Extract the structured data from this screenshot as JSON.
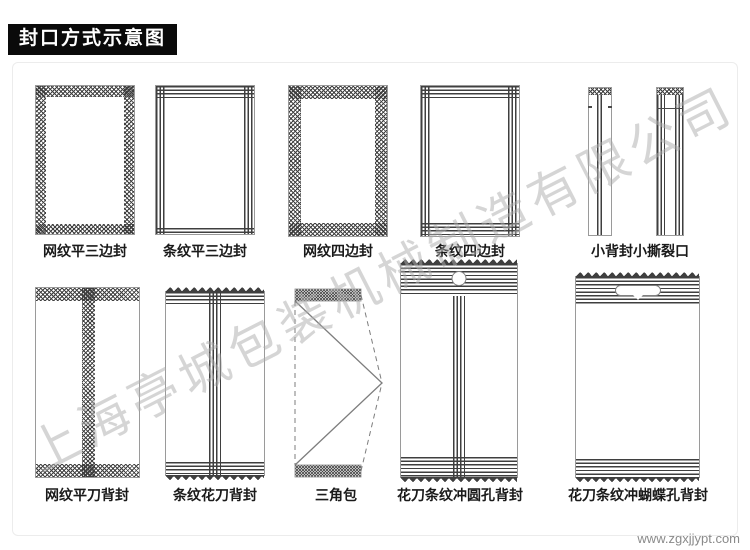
{
  "page": {
    "title": "封口方式示意图",
    "watermark": "上海亭城包装机械制造有限公司",
    "website": "www.zgxjjypt.com"
  },
  "colors": {
    "pattern": "#3f3f3f",
    "outline": "#9a9a9a",
    "title_bg": "#0a0a0a",
    "watermark_gray": "#adadad"
  },
  "diagram": {
    "row1": [
      {
        "label": "网纹平三边封"
      },
      {
        "label": "条纹平三边封"
      },
      {
        "label": "网纹四边封"
      },
      {
        "label": "条纹四边封"
      },
      {
        "label": "小背封小撕裂口"
      }
    ],
    "row2": [
      {
        "label": "网纹平刀背封"
      },
      {
        "label": "条纹花刀背封"
      },
      {
        "label": "三角包"
      },
      {
        "label": "花刀条纹冲圆孔背封"
      },
      {
        "label": "花刀条纹冲蝴蝶孔背封"
      }
    ]
  }
}
